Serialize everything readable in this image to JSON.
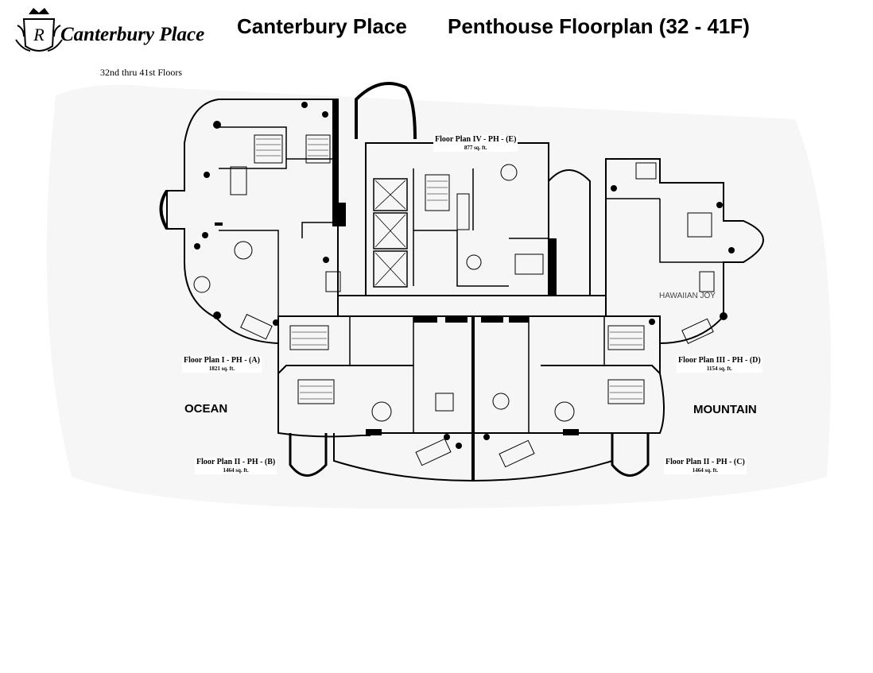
{
  "header": {
    "building": "Canterbury Place",
    "plan_title": "Penthouse Floorplan (32 - 41F)"
  },
  "logo": {
    "name": "Canterbury Place",
    "floors": "32nd thru 41st Floors"
  },
  "units": [
    {
      "name": "Floor Plan I - PH - (A)",
      "area": "1821 sq. ft."
    },
    {
      "name": "Floor Plan II - PH - (B)",
      "area": "1464 sq. ft."
    },
    {
      "name": "Floor Plan II - PH - (C)",
      "area": "1464 sq. ft."
    },
    {
      "name": "Floor Plan III - PH - (D)",
      "area": "1154 sq. ft."
    },
    {
      "name": "Floor Plan IV - PH - (E)",
      "area": "877 sq. ft."
    }
  ],
  "orientation": {
    "left": "OCEAN",
    "right": "MOUNTAIN"
  },
  "watermark": "HAWAIIAN JOY"
}
